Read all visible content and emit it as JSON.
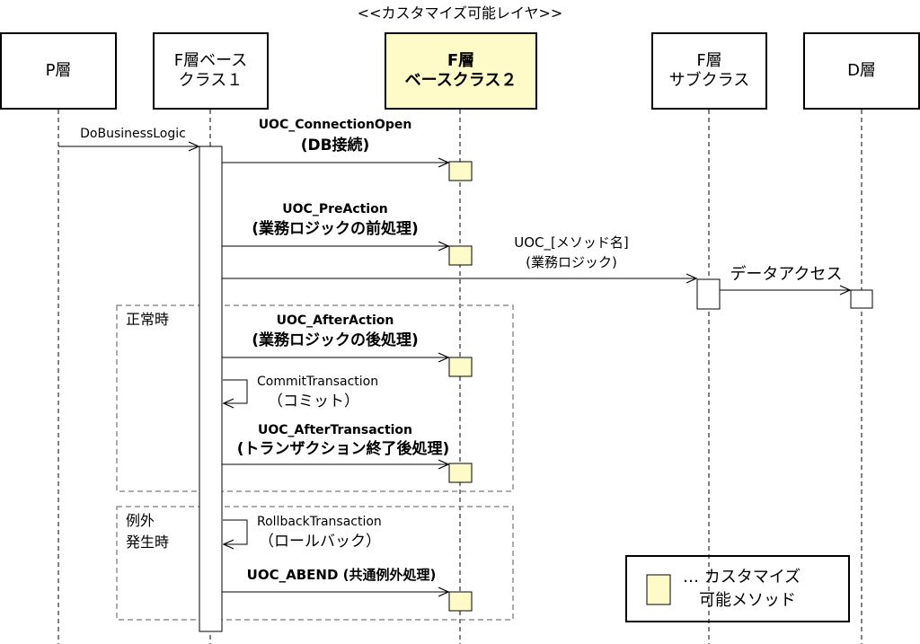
{
  "title": "<<カスタマイズ可能レイヤ>>",
  "lifelines": {
    "p": "P層",
    "fb1_line1": "F層ベース",
    "fb1_line2": "クラス１",
    "fb2_line1": "F層",
    "fb2_line2": "ベースクラス２",
    "fsub_line1": "F層",
    "fsub_line2": "サブクラス",
    "d": "D層"
  },
  "messages": {
    "do_business": "DoBusinessLogic",
    "conn_open_1": "UOC_ConnectionOpen",
    "conn_open_2": "(DB接続)",
    "pre_action_1": "UOC_PreAction",
    "pre_action_2": "(業務ロジックの前処理)",
    "method_1": "UOC_[メソッド名]",
    "method_2": "(業務ロジック)",
    "data_access": "データアクセス",
    "after_action_1": "UOC_AfterAction",
    "after_action_2": "(業務ロジックの後処理)",
    "commit_1": "CommitTransaction",
    "commit_2": "（コミット）",
    "after_tx_1": "UOC_AfterTransaction",
    "after_tx_2": "(トランザクション終了後処理)",
    "rollback_1": "RollbackTransaction",
    "rollback_2": "（ロールバック）",
    "abend": "UOC_ABEND (共通例外処理)"
  },
  "fragments": {
    "normal": "正常時",
    "exception_1": "例外",
    "exception_2": "発生時"
  },
  "legend": {
    "line1": "… カスタマイズ",
    "line2": "可能メソッド"
  },
  "colors": {
    "customizable_fill": "#fffbc8",
    "fragment_border": "#909090"
  }
}
